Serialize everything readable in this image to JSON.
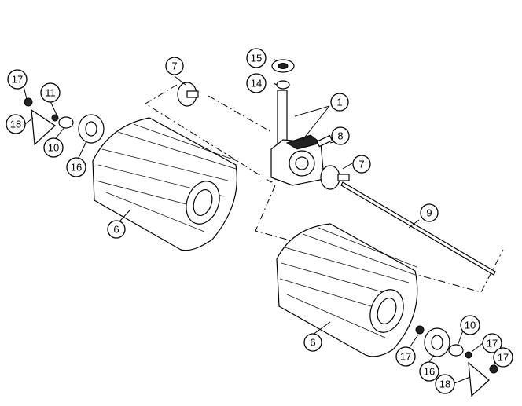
{
  "callouts": [
    {
      "id": "c1",
      "label": "1"
    },
    {
      "id": "c7a",
      "label": "7"
    },
    {
      "id": "c7b",
      "label": "7"
    },
    {
      "id": "c8",
      "label": "8"
    },
    {
      "id": "c9",
      "label": "9"
    },
    {
      "id": "c15",
      "label": "15"
    },
    {
      "id": "c14",
      "label": "14"
    },
    {
      "id": "c17a",
      "label": "17"
    },
    {
      "id": "c11",
      "label": "11"
    },
    {
      "id": "c18a",
      "label": "18"
    },
    {
      "id": "c10a",
      "label": "10"
    },
    {
      "id": "c16a",
      "label": "16"
    },
    {
      "id": "c6a",
      "label": "6"
    },
    {
      "id": "c6b",
      "label": "6"
    },
    {
      "id": "c17b",
      "label": "17"
    },
    {
      "id": "c16b",
      "label": "16"
    },
    {
      "id": "c10b",
      "label": "10"
    },
    {
      "id": "c17c",
      "label": "17"
    },
    {
      "id": "c17d",
      "label": "17"
    },
    {
      "id": "c18b",
      "label": "18"
    }
  ]
}
